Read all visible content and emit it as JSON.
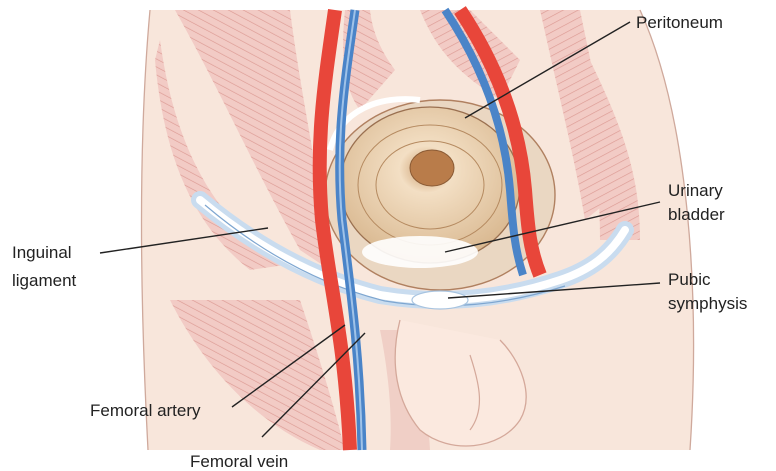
{
  "labels": {
    "peritoneum": "Peritoneum",
    "urinary_bladder": [
      "Urinary",
      "bladder"
    ],
    "inguinal_ligament": [
      "Inguinal",
      "ligament"
    ],
    "pubic_symphysis": [
      "Pubic",
      "symphysis"
    ],
    "femoral_artery": "Femoral artery",
    "femoral_vein": "Femoral vein"
  },
  "colors": {
    "artery": "#e8463a",
    "vein": "#4a84c8",
    "muscle": "#f1c6c0",
    "muscle_stripe": "#d98f88",
    "bladder": "#e9d3b3",
    "ligament": "#e7eff8",
    "skin": "#f7e3d6"
  }
}
